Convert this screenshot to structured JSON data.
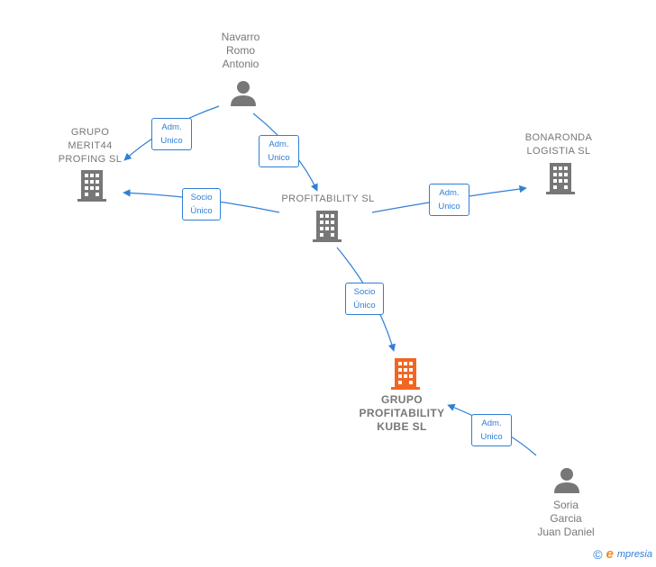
{
  "nodes": {
    "navarro": {
      "label": "Navarro\nRomo\nAntonio",
      "type": "person"
    },
    "grupo_merit44": {
      "label": "GRUPO\nMERIT44\nPROFING  SL",
      "type": "company"
    },
    "profitability": {
      "label": "PROFITABILITY SL",
      "type": "company"
    },
    "bonaronda": {
      "label": "BONARONDA\nLOGISTIA  SL",
      "type": "company"
    },
    "grupo_kube": {
      "label": "GRUPO\nPROFITABILITY\nKUBE  SL",
      "type": "company-focus"
    },
    "soria": {
      "label": "Soria\nGarcia\nJuan Daniel",
      "type": "person"
    }
  },
  "edges": {
    "e1": {
      "label": "Adm.\nUnico",
      "from": "navarro",
      "to": "grupo_merit44"
    },
    "e2": {
      "label": "Adm.\nUnico",
      "from": "navarro",
      "to": "profitability"
    },
    "e3": {
      "label": "Socio\nÚnico",
      "from": "profitability",
      "to": "grupo_merit44"
    },
    "e4": {
      "label": "Adm.\nUnico",
      "from": "profitability",
      "to": "bonaronda"
    },
    "e5": {
      "label": "Socio\nÚnico",
      "from": "profitability",
      "to": "grupo_kube"
    },
    "e6": {
      "label": "Adm.\nUnico",
      "from": "soria",
      "to": "grupo_kube"
    }
  },
  "footer": {
    "copyright": "©",
    "brand_initial": "e",
    "brand_rest": "mpresia"
  },
  "colors": {
    "edge": "#2f7fd6",
    "node": "#777777",
    "focus": "#f26522"
  }
}
